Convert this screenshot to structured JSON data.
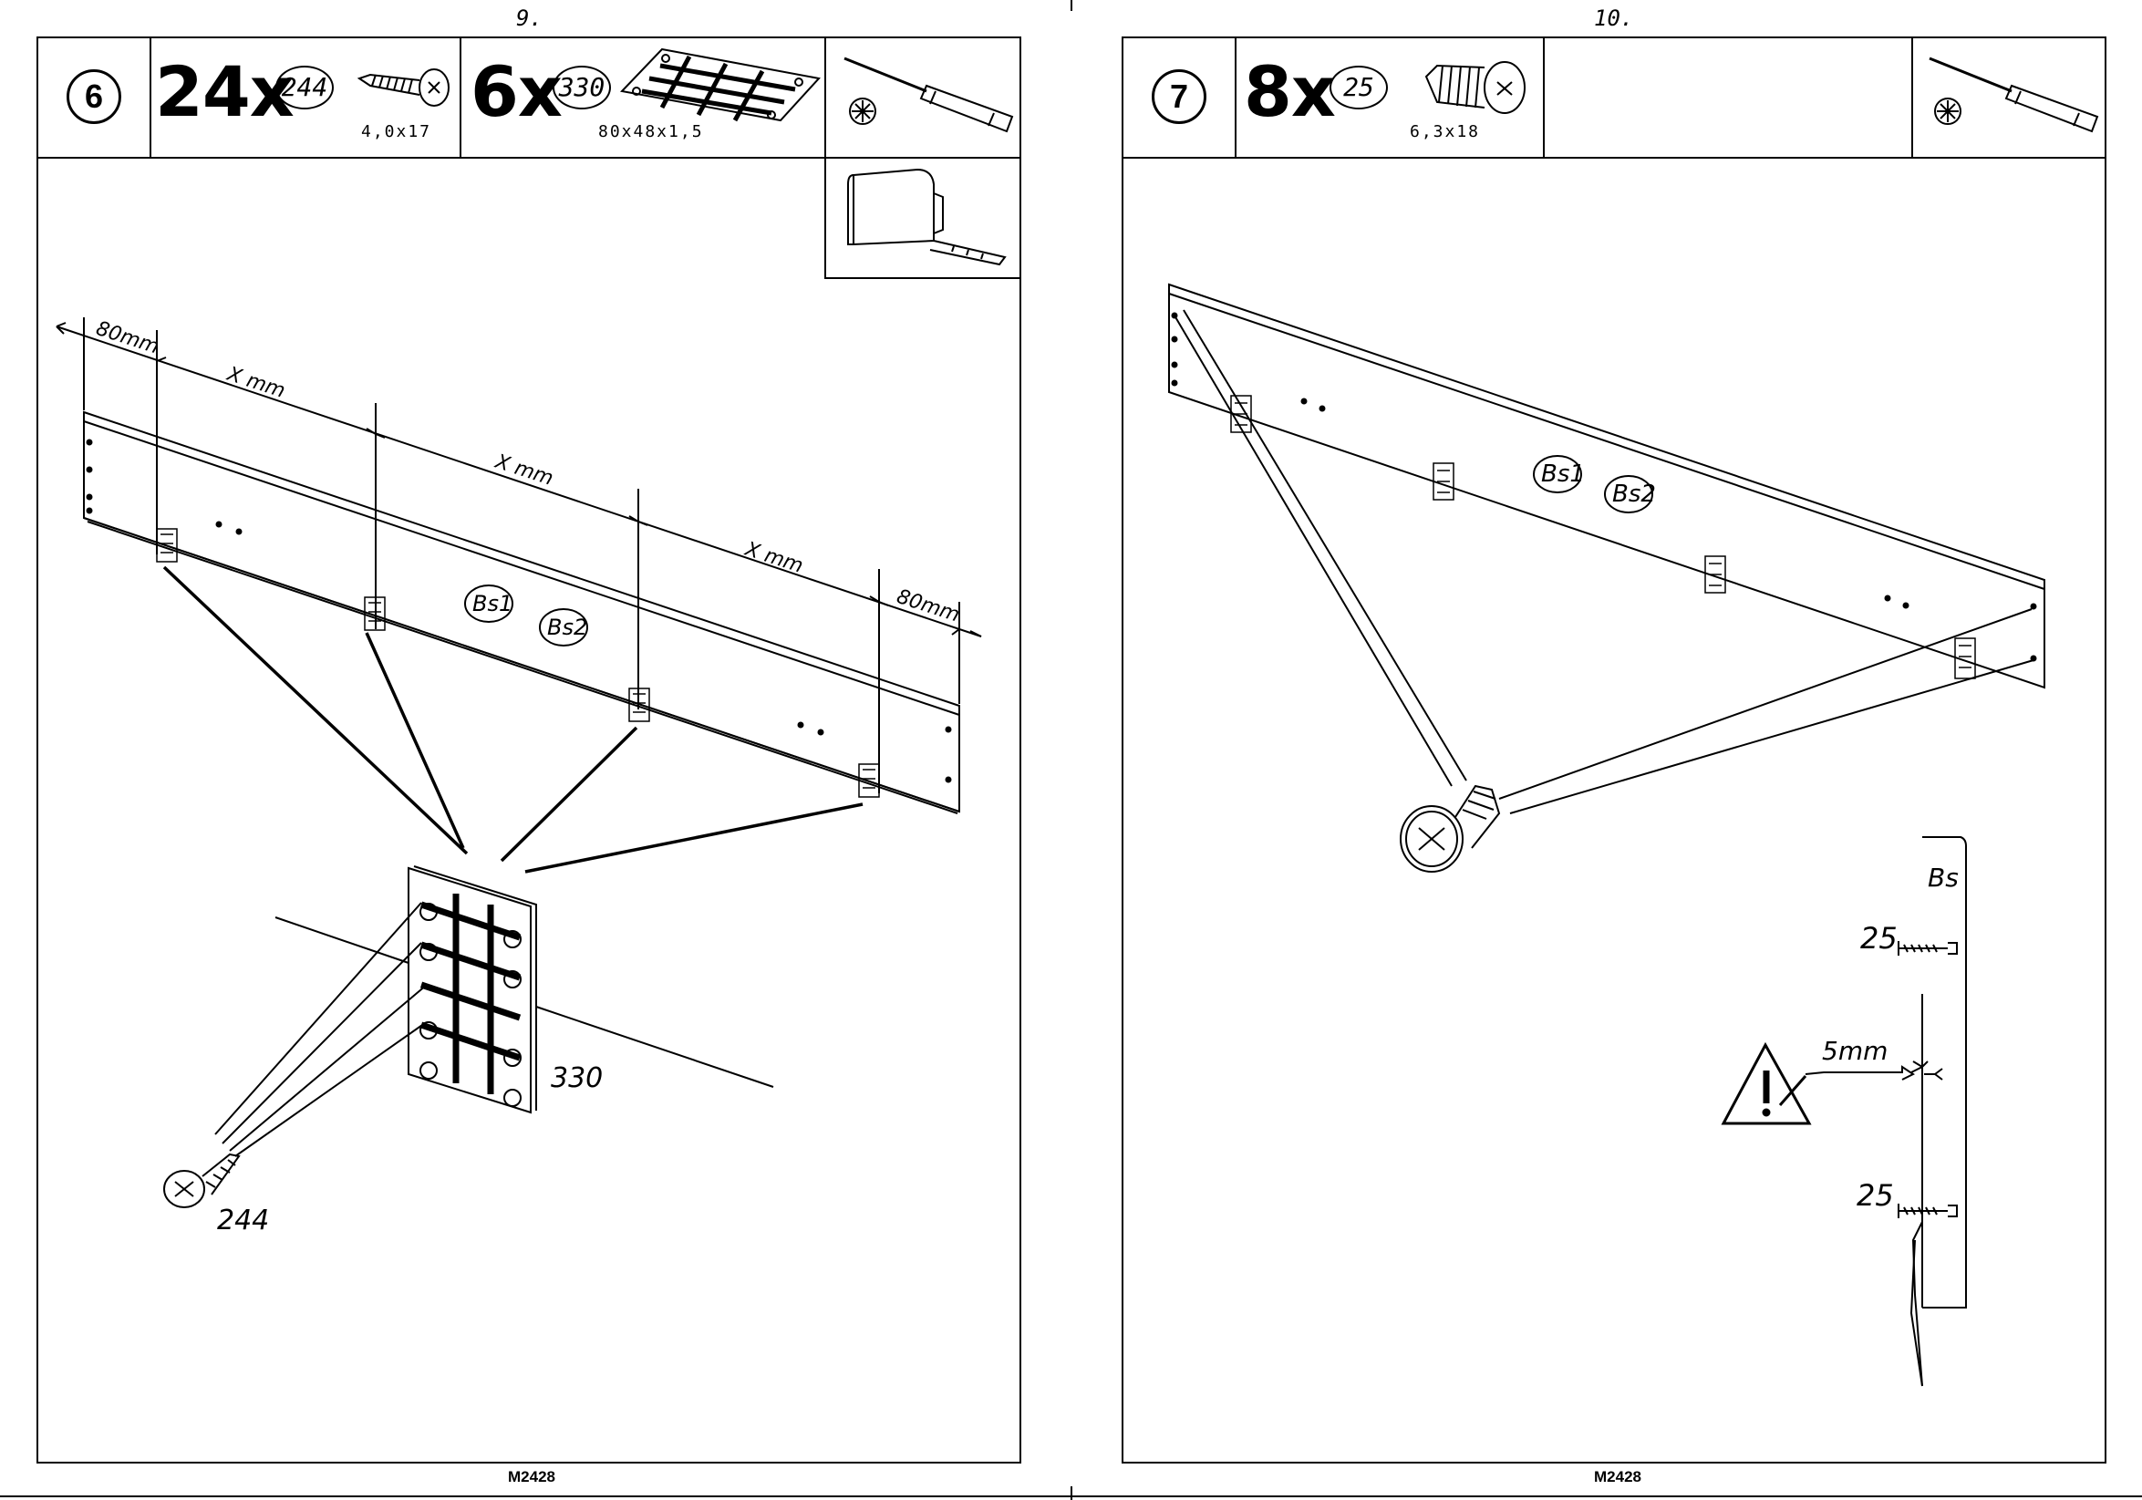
{
  "left_page": {
    "page_number": "9.",
    "step_number": "6",
    "part_a": {
      "quantity": "24x",
      "ref": "244",
      "size": "4,0x17"
    },
    "part_b": {
      "quantity": "6x",
      "ref": "330",
      "size": "80x48x1,5"
    },
    "dimensions": {
      "edge_left": "80mm",
      "gap_1": "X mm",
      "gap_2": "X mm",
      "gap_3": "X mm",
      "edge_right": "80mm"
    },
    "board_labels": [
      "Bs1",
      "Bs2"
    ],
    "plate_label": "330",
    "screw_label": "244",
    "footer": "M2428"
  },
  "right_page": {
    "page_number": "10.",
    "step_number": "7",
    "part_a": {
      "quantity": "8x",
      "ref": "25",
      "size": "6,3x18"
    },
    "board_labels": [
      "Bs1",
      "Bs2"
    ],
    "detail": {
      "board": "Bs",
      "screw_top": "25",
      "screw_bottom": "25",
      "distance": "5mm"
    },
    "footer": "M2428"
  },
  "icons": [
    "screwdriver-icon",
    "tape-measure-icon",
    "phillips-bit-icon",
    "warning-icon"
  ]
}
